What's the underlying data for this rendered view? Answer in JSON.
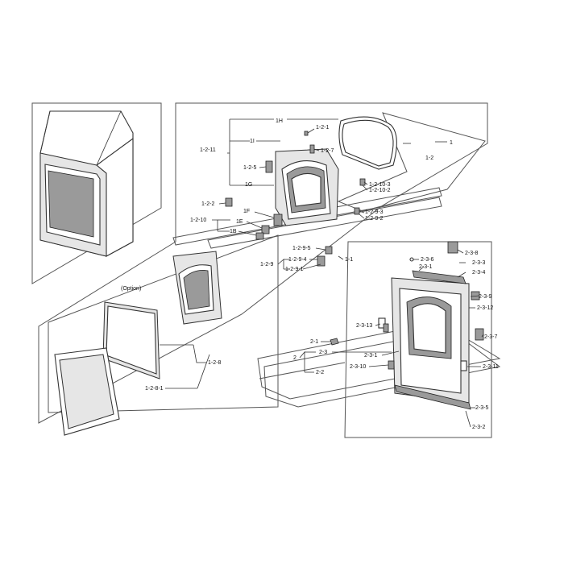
{
  "labels": {
    "l_1H": "1H",
    "l_1_2_1": "1-2-1",
    "l_1I": "1I",
    "l_1_2_11": "1-2-11",
    "l_1_2_7": "1-2-7",
    "l_1": "1",
    "l_1_2": "1-2",
    "l_1_2_5": "1-2-5",
    "l_1G": "1G",
    "l_1_2_10_3": "1-2-10-3",
    "l_1_2_10_2": "1-2-10-2",
    "l_1_2_2": "1-2-2",
    "l_1F": "1F",
    "l_1_2_9_3": "1-2-9-3",
    "l_1_2_9_2": "1-2-9-2",
    "l_1_2_10": "1-2-10",
    "l_1E": "1E",
    "l_1B": "1B",
    "l_1_2_9_5": "1-2-9-5",
    "l_1_2_9": "1-2-9",
    "l_1_2_9_4": "1-2-9-4",
    "l_1_2_9_1": "1-2-9-1",
    "l_1_1": "1-1",
    "l_2_3_8": "2-3-8",
    "l_2_3_6": "2-3-6",
    "l_2_3_3": "2-3-3",
    "l_2_3_1a": "2-3-1",
    "l_2_3_4": "2-3-4",
    "l_2_3_9": "2-3-9",
    "l_option": "(Option)",
    "l_2_3_12": "2-3-12",
    "l_2_3_13": "2-3-13",
    "l_2_3_7": "2-3-7",
    "l_2_1": "2-1",
    "l_2_3": "2-3",
    "l_2": "2",
    "l_2_3_1b": "2-3-1",
    "l_1_2_8": "1-2-8",
    "l_2_3_10": "2-3-10",
    "l_2_3_11": "2-3-11",
    "l_2_2": "2-2",
    "l_1_2_8_1": "1-2-8-1",
    "l_2_3_5": "2-3-5",
    "l_2_3_2": "2-3-2"
  }
}
